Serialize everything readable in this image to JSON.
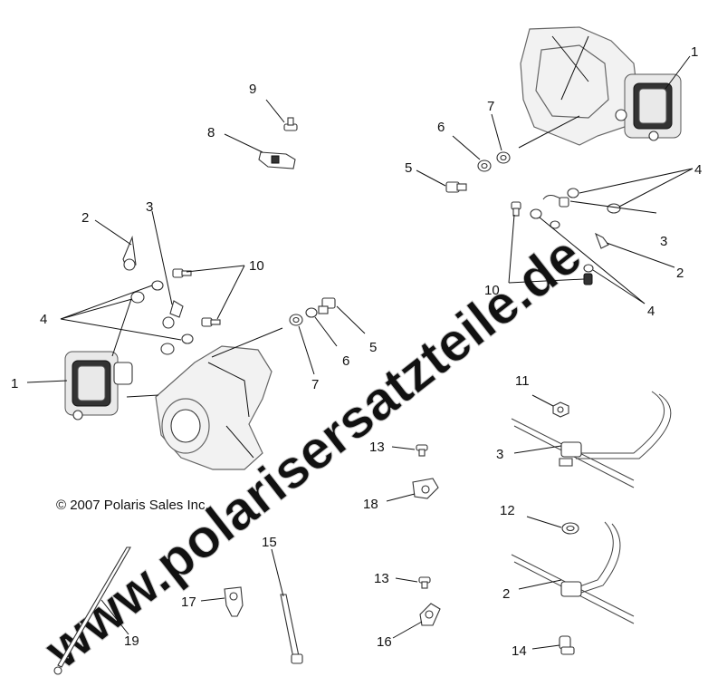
{
  "watermark": "www.polarisersatzteile.de",
  "copyright": "© 2007 Polaris Sales Inc.",
  "callouts": {
    "c1_right": "1",
    "c7_right": "7",
    "c6_right": "6",
    "c5_right": "5",
    "c4_right_a": "4",
    "c3_right": "3",
    "c2_right": "2",
    "c10_right": "10",
    "c4_right_b": "4",
    "c9": "9",
    "c8": "8",
    "c2_left": "2",
    "c3_left": "3",
    "c10_left": "10",
    "c4_left": "4",
    "c1_left": "1",
    "c5_left": "5",
    "c6_left": "6",
    "c7_left": "7",
    "c11": "11",
    "c3_cable": "3",
    "c13_a": "13",
    "c18": "18",
    "c12": "12",
    "c2_cable": "2",
    "c13_b": "13",
    "c16": "16",
    "c14": "14",
    "c15": "15",
    "c17": "17",
    "c19": "19"
  },
  "icons": {
    "caliper": "brake-caliper-icon",
    "knuckle": "steering-knuckle-icon",
    "bolt": "bolt-icon",
    "washer": "washer-icon",
    "clip": "cable-clip-icon",
    "tie": "cable-tie-icon"
  }
}
